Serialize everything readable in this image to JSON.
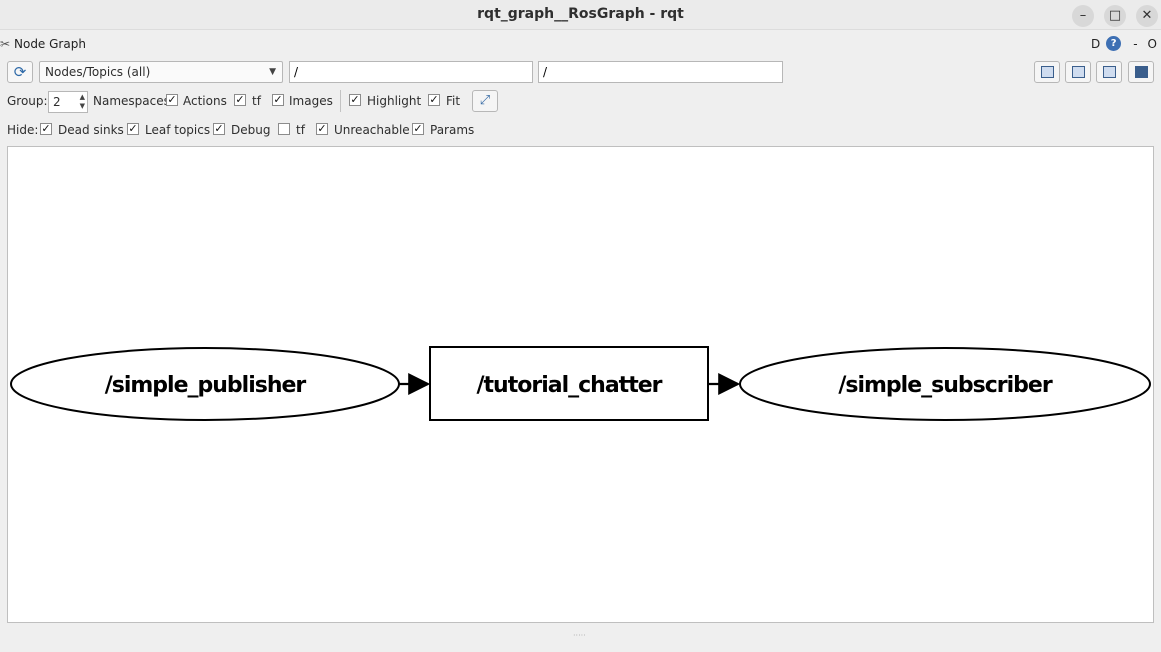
{
  "window": {
    "title": "rqt_graph__RosGraph - rqt",
    "minimize_glyph": "–",
    "maximize_glyph": "□",
    "close_glyph": "✕"
  },
  "dock": {
    "title": "Node Graph",
    "icon": "tools-icon",
    "d_label": "D",
    "help_label": "?",
    "minus_label": "-",
    "o_label": "O"
  },
  "toolbar": {
    "graph_type": "Nodes/Topics (all)",
    "node_filter": "/",
    "topic_filter": "/"
  },
  "options": {
    "group_label": "Group:",
    "group_value": "2",
    "namespaces": {
      "label": "Namespaces",
      "checked": true
    },
    "actions": {
      "label": "Actions",
      "checked": true
    },
    "tf": {
      "label": "tf",
      "checked": true
    },
    "images": {
      "label": "Images",
      "checked": true
    },
    "highlight": {
      "label": "Highlight",
      "checked": true
    },
    "fit": {
      "label": "Fit",
      "checked": true
    }
  },
  "hide": {
    "label": "Hide:",
    "dead_sinks": {
      "label": "Dead sinks",
      "checked": true
    },
    "leaf_topics": {
      "label": "Leaf topics",
      "checked": true
    },
    "debug": {
      "label": "Debug",
      "checked": true
    },
    "tf": {
      "label": "tf",
      "checked": false
    },
    "unreachable": {
      "label": "Unreachable",
      "checked": true
    },
    "params": {
      "label": "Params",
      "checked": true
    }
  },
  "graph": {
    "nodes": [
      {
        "id": "simple_publisher",
        "label": "/simple_publisher",
        "shape": "ellipse"
      },
      {
        "id": "tutorial_chatter",
        "label": "/tutorial_chatter",
        "shape": "box"
      },
      {
        "id": "simple_subscriber",
        "label": "/simple_subscriber",
        "shape": "ellipse"
      }
    ],
    "edges": [
      {
        "from": "simple_publisher",
        "to": "tutorial_chatter"
      },
      {
        "from": "tutorial_chatter",
        "to": "simple_subscriber"
      }
    ]
  },
  "check_glyph": "✓"
}
